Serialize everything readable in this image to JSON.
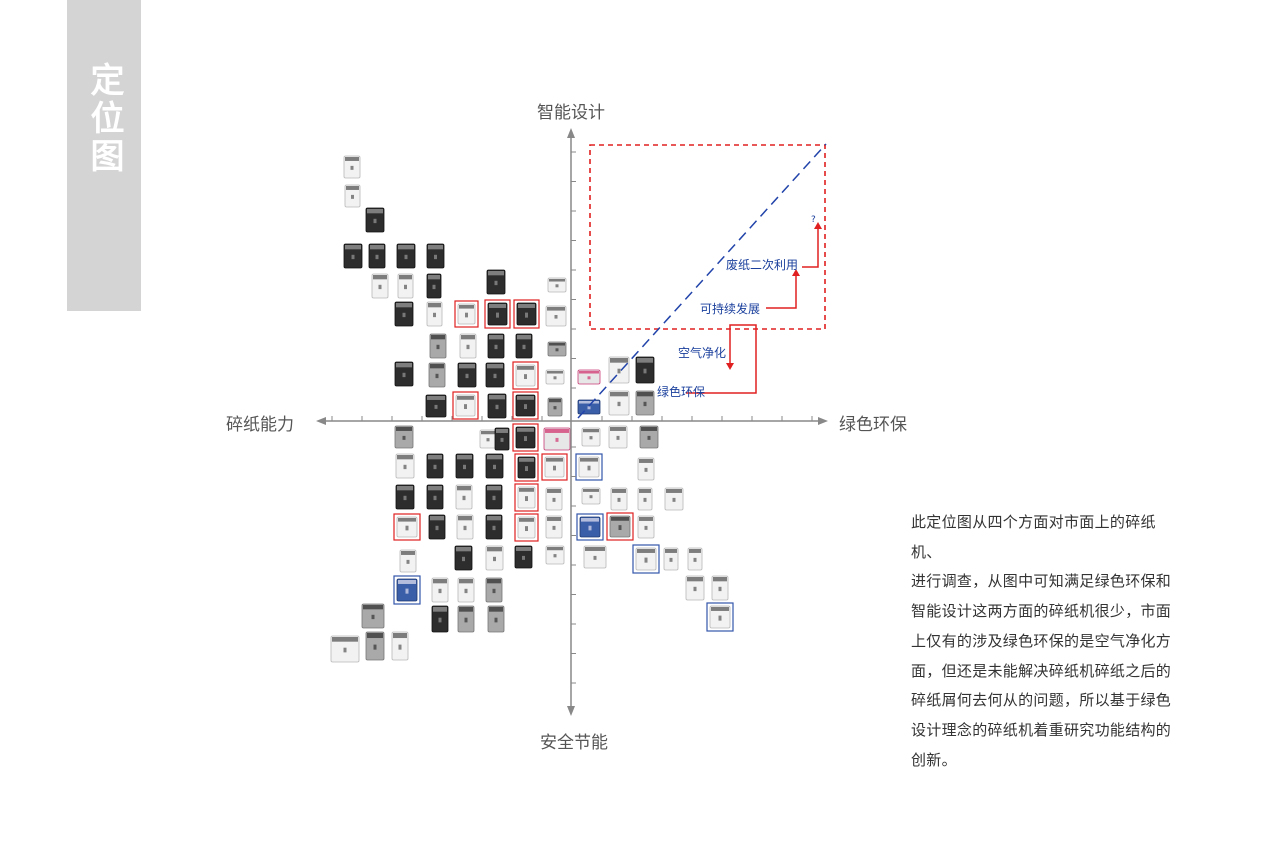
{
  "page_title": "定位图",
  "axes": {
    "top": "智能设计",
    "bottom": "安全节能",
    "left": "碎纸能力",
    "right": "绿色环保"
  },
  "annotations": [
    {
      "id": "green",
      "label": "绿色环保"
    },
    {
      "id": "air",
      "label": "空气净化"
    },
    {
      "id": "sustain",
      "label": "可持续发展"
    },
    {
      "id": "reuse",
      "label": "废纸二次利用"
    },
    {
      "id": "question",
      "label": "?"
    }
  ],
  "description": [
    "此定位图从四个方面对市面上的碎纸机、",
    "进行调查，从图中可知满足绿色环保和",
    "智能设计这两方面的碎纸机很少，市面",
    "上仅有的涉及绿色环保的是空气净化方",
    "面，但还是未能解决碎纸机碎纸之后的",
    "碎纸屑何去何从的问题，所以基于绿色",
    "设计理念的碎纸机着重研究功能结构的",
    "创新。"
  ],
  "colors": {
    "axis": "#888888",
    "highlight_red": "#e02020",
    "highlight_blue": "#3355aa",
    "label_blue": "#1a3f9c",
    "side_tab": "#d4d4d4"
  }
}
